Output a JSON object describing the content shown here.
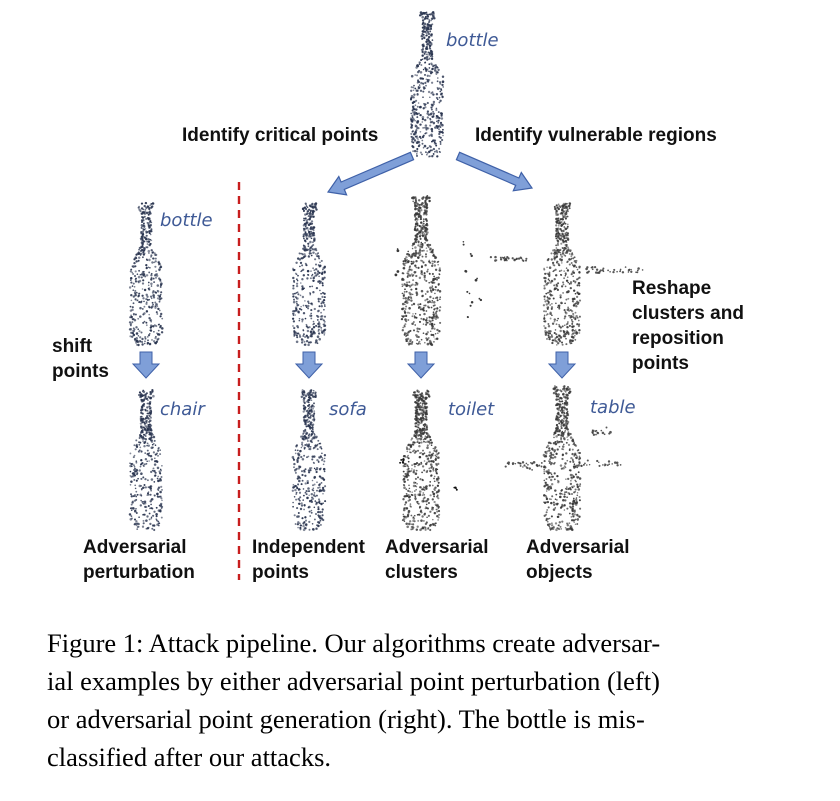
{
  "branch_labels": {
    "left": "Identify critical points",
    "right": "Identify vulnerable regions"
  },
  "classes": {
    "source": "bottle",
    "perturbation_before": "bottle",
    "perturbation_after": "chair",
    "independent": "sofa",
    "clusters": "toilet",
    "objects": "table"
  },
  "side_labels": {
    "shift_line1": "shift",
    "shift_line2": "points",
    "reshape_line1": "Reshape",
    "reshape_line2": "clusters and",
    "reshape_line3": "reposition",
    "reshape_line4": "points"
  },
  "column_labels": {
    "perturbation_line1": "Adversarial",
    "perturbation_line2": "perturbation",
    "independent_line1": "Independent",
    "independent_line2": "points",
    "clusters_line1": "Adversarial",
    "clusters_line2": "clusters",
    "objects_line1": "Adversarial",
    "objects_line2": "objects"
  },
  "caption": {
    "line1": "Figure 1: Attack pipeline. Our algorithms create adversar-",
    "line2": "ial examples by either adversarial point perturbation (left)",
    "line3": "or adversarial point generation (right).  The bottle is mis-",
    "line4": "classified after our attacks."
  },
  "colors": {
    "arrow_fill": "#7f9fd8",
    "arrow_stroke": "#3f61a8",
    "divider": "#c81e1e",
    "point_blue": "#2a3550",
    "point_gray": "#3a3a3a",
    "class_label": "#3f5a96"
  }
}
